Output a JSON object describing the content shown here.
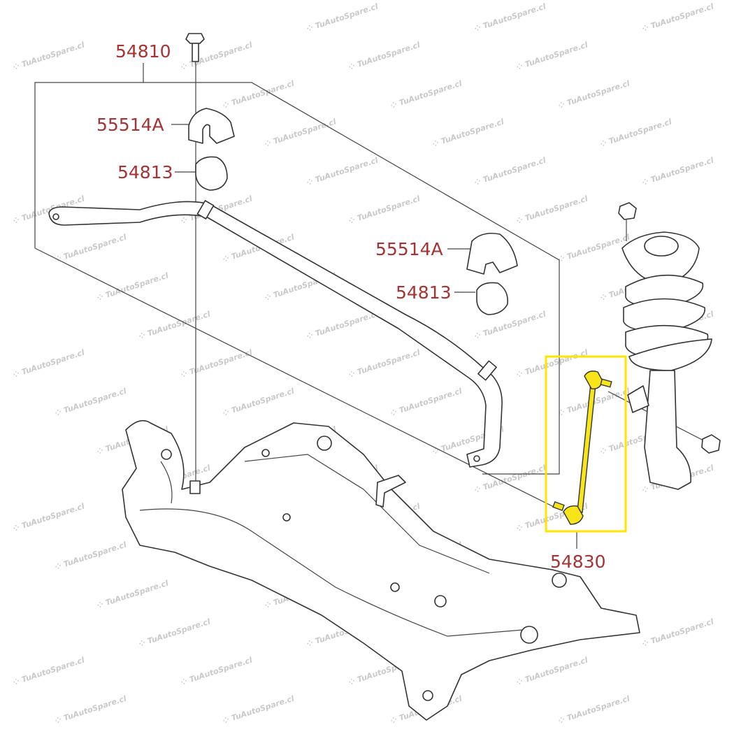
{
  "watermark": "TuAutoSpare.cl",
  "highlight_color": "#ffe600",
  "label_color": "#a83232",
  "labels": {
    "stabilizer_bar": "54810",
    "bracket_upper": "55514A",
    "bushing_upper": "54813",
    "bracket_lower": "55514A",
    "bushing_lower": "54813",
    "stabilizer_link": "54830"
  }
}
